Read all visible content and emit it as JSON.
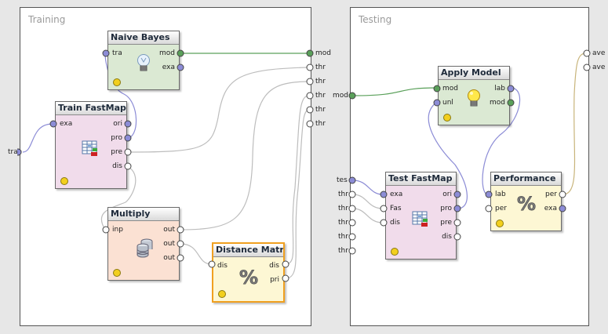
{
  "panels": {
    "training": {
      "title": "Training"
    },
    "testing": {
      "title": "Testing"
    }
  },
  "operators": {
    "naive_bayes": {
      "title": "Naive Bayes",
      "icon": "lightbulb-icon",
      "ports_in": [
        "tra"
      ],
      "ports_out": [
        "mod",
        "exa"
      ]
    },
    "train_fastmap": {
      "title": "Train FastMap",
      "icon": "fastmap-icon",
      "ports_in": [
        "exa"
      ],
      "ports_out": [
        "ori",
        "pro",
        "pre",
        "dis"
      ]
    },
    "multiply": {
      "title": "Multiply",
      "icon": "database-icon",
      "ports_in": [
        "inp"
      ],
      "ports_out": [
        "out",
        "out",
        "out"
      ]
    },
    "distance_matrix": {
      "title": "Distance Matrix",
      "icon": "percent-icon",
      "ports_in": [
        "dis"
      ],
      "ports_out": [
        "dis",
        "pri"
      ]
    },
    "apply_model": {
      "title": "Apply Model",
      "icon": "lightbulb-icon",
      "ports_in": [
        "mod",
        "unl"
      ],
      "ports_out": [
        "lab",
        "mod"
      ]
    },
    "test_fastmap": {
      "title": "Test FastMap",
      "icon": "fastmap-icon",
      "ports_in": [
        "exa",
        "Fas",
        "dis"
      ],
      "ports_out": [
        "ori",
        "pro",
        "pre",
        "dis"
      ]
    },
    "performance": {
      "title": "Performance",
      "icon": "percent-icon",
      "ports_in": [
        "lab",
        "per"
      ],
      "ports_out": [
        "per",
        "exa"
      ]
    }
  },
  "training_io": {
    "input": [
      "tra"
    ],
    "outputs": [
      "mod",
      "thr",
      "thr",
      "thr",
      "thr",
      "thr"
    ]
  },
  "testing_io": {
    "inputs": [
      "mod",
      "tes",
      "thr",
      "thr",
      "thr",
      "thr",
      "thr"
    ],
    "outputs": [
      "ave",
      "ave"
    ]
  },
  "colors": {
    "naive_bayes": "#dbe9d3",
    "apply_model": "#dbe9d3",
    "train_fastmap": "#f1dceb",
    "test_fastmap": "#f1dceb",
    "multiply": "#fbe1d3",
    "distance_matrix": "#fdf7d4",
    "performance": "#fdf7d4",
    "wire_model": "#5aa05a",
    "wire_example": "#8c8cd6",
    "wire_other": "#bdbdbd",
    "wire_perf": "#c8b47a"
  }
}
